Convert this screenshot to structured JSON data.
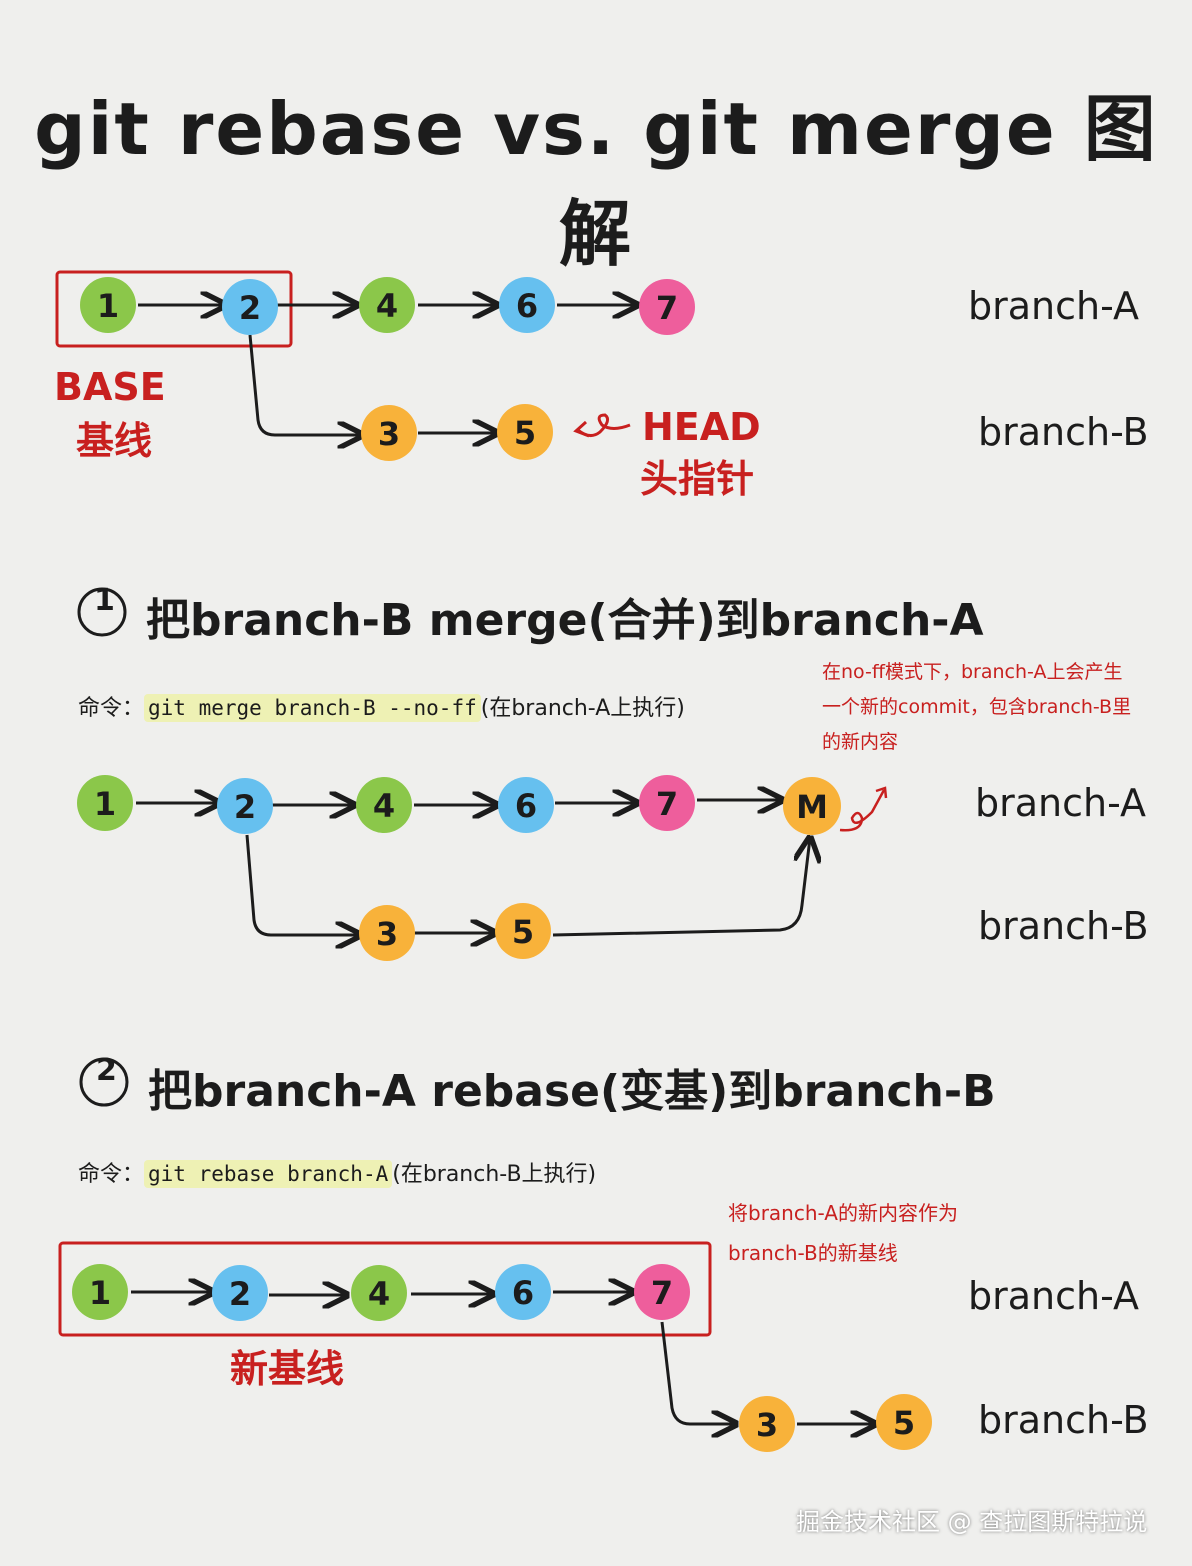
{
  "title": "git rebase vs. git merge 图解",
  "colors": {
    "green": "#8bc74a",
    "blue": "#66c0ef",
    "orange": "#f8b23a",
    "pink": "#ee5e9c",
    "red": "#c8201f",
    "highlight": "#eef1b4"
  },
  "branch_labels": {
    "a": "branch-A",
    "b": "branch-B"
  },
  "diagram1": {
    "base_label": "BASE",
    "base_cn": "基线",
    "head_label": "HEAD",
    "head_cn": "头指针",
    "pointer_icon": "curl-arrow-icon"
  },
  "section1": {
    "number": "1",
    "title": "把branch-B merge(合并)到branch-A",
    "cmd_prefix": "命令：",
    "cmd_code": "git merge branch-B --no-ff",
    "cmd_suffix": "(在branch-A上执行)",
    "note_lines": [
      "在no-ff模式下，branch-A上会产生",
      "一个新的commit，包含branch-B里",
      "的新内容"
    ]
  },
  "section2": {
    "number": "2",
    "title": "把branch-A rebase(变基)到branch-B",
    "cmd_prefix": "命令：",
    "cmd_code": "git rebase branch-A",
    "cmd_suffix": "(在branch-B上执行)",
    "note_lines": [
      "将branch-A的新内容作为",
      "branch-B的新基线"
    ],
    "new_base": "新基线"
  },
  "watermark": "掘金技术社区 @ 查拉图斯特拉说"
}
